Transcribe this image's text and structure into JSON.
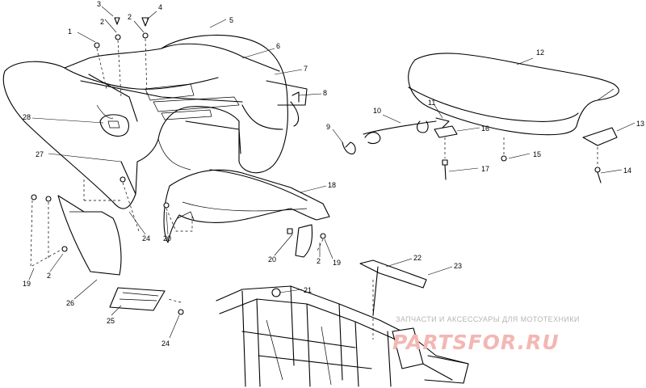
{
  "diagram": {
    "callouts": [
      {
        "label": "1"
      },
      {
        "label": "2"
      },
      {
        "label": "3"
      },
      {
        "label": "2"
      },
      {
        "label": "4"
      },
      {
        "label": "5"
      },
      {
        "label": "6"
      },
      {
        "label": "7"
      },
      {
        "label": "8"
      },
      {
        "label": "9"
      },
      {
        "label": "10"
      },
      {
        "label": "11"
      },
      {
        "label": "12"
      },
      {
        "label": "13"
      },
      {
        "label": "14"
      },
      {
        "label": "15"
      },
      {
        "label": "16"
      },
      {
        "label": "17"
      },
      {
        "label": "18"
      },
      {
        "label": "19"
      },
      {
        "label": "2"
      },
      {
        "label": "20"
      },
      {
        "label": "21"
      },
      {
        "label": "22"
      },
      {
        "label": "23"
      },
      {
        "label": "24"
      },
      {
        "label": "25"
      },
      {
        "label": "26"
      },
      {
        "label": "27"
      },
      {
        "label": "28"
      },
      {
        "label": "24"
      },
      {
        "label": "20"
      },
      {
        "label": "19"
      },
      {
        "label": "2"
      }
    ]
  },
  "watermark": {
    "tagline": "ЗАПЧАСТИ И АКСЕССУАРЫ ДЛЯ МОТОТЕХНИКИ",
    "logo": "PARTSFOR.RU"
  }
}
